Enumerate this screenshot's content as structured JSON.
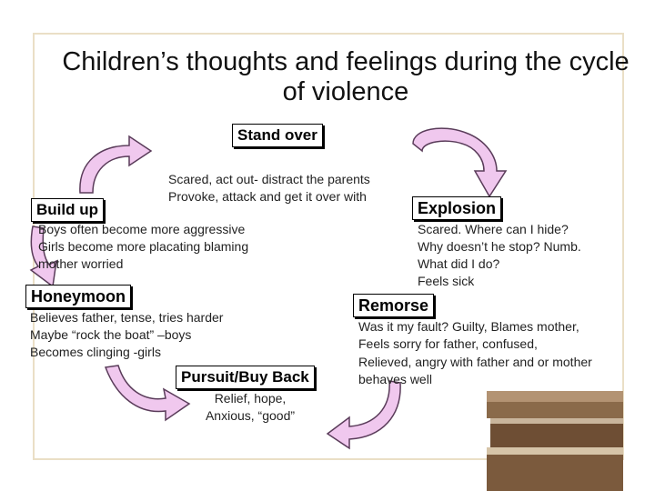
{
  "title": "Children’s thoughts and feelings during the cycle of violence",
  "stages": {
    "stand_over": {
      "label": "Stand over",
      "lines": [
        "Scared, act out- distract the parents",
        "Provoke, attack and get it over with"
      ]
    },
    "build_up": {
      "label": "Build up",
      "lines": [
        "Boys often become more aggressive",
        "Girls become more placating blaming",
        "mother worried"
      ]
    },
    "explosion": {
      "label": "Explosion",
      "lines": [
        "Scared. Where can I hide?",
        "Why doesn’t he stop? Numb.",
        "What did I do?",
        "Feels sick"
      ]
    },
    "honeymoon": {
      "label": "Honeymoon",
      "lines": [
        "Believes father, tense, tries harder",
        "Maybe “rock the boat” –boys",
        "Becomes clinging -girls"
      ]
    },
    "remorse": {
      "label": "Remorse",
      "lines": [
        "Was it my fault? Guilty, Blames mother,",
        "Feels sorry for father, confused,",
        "Relieved, angry with father and or mother",
        "behaves well"
      ]
    },
    "pursuit": {
      "label": "Pursuit/Buy Back",
      "lines": [
        "Relief, hope,",
        "Anxious, “good”"
      ]
    }
  },
  "colors": {
    "arrow_fill": "#f0c8ee",
    "arrow_stroke": "#5a3c5a",
    "frame": "#eadfc6"
  }
}
